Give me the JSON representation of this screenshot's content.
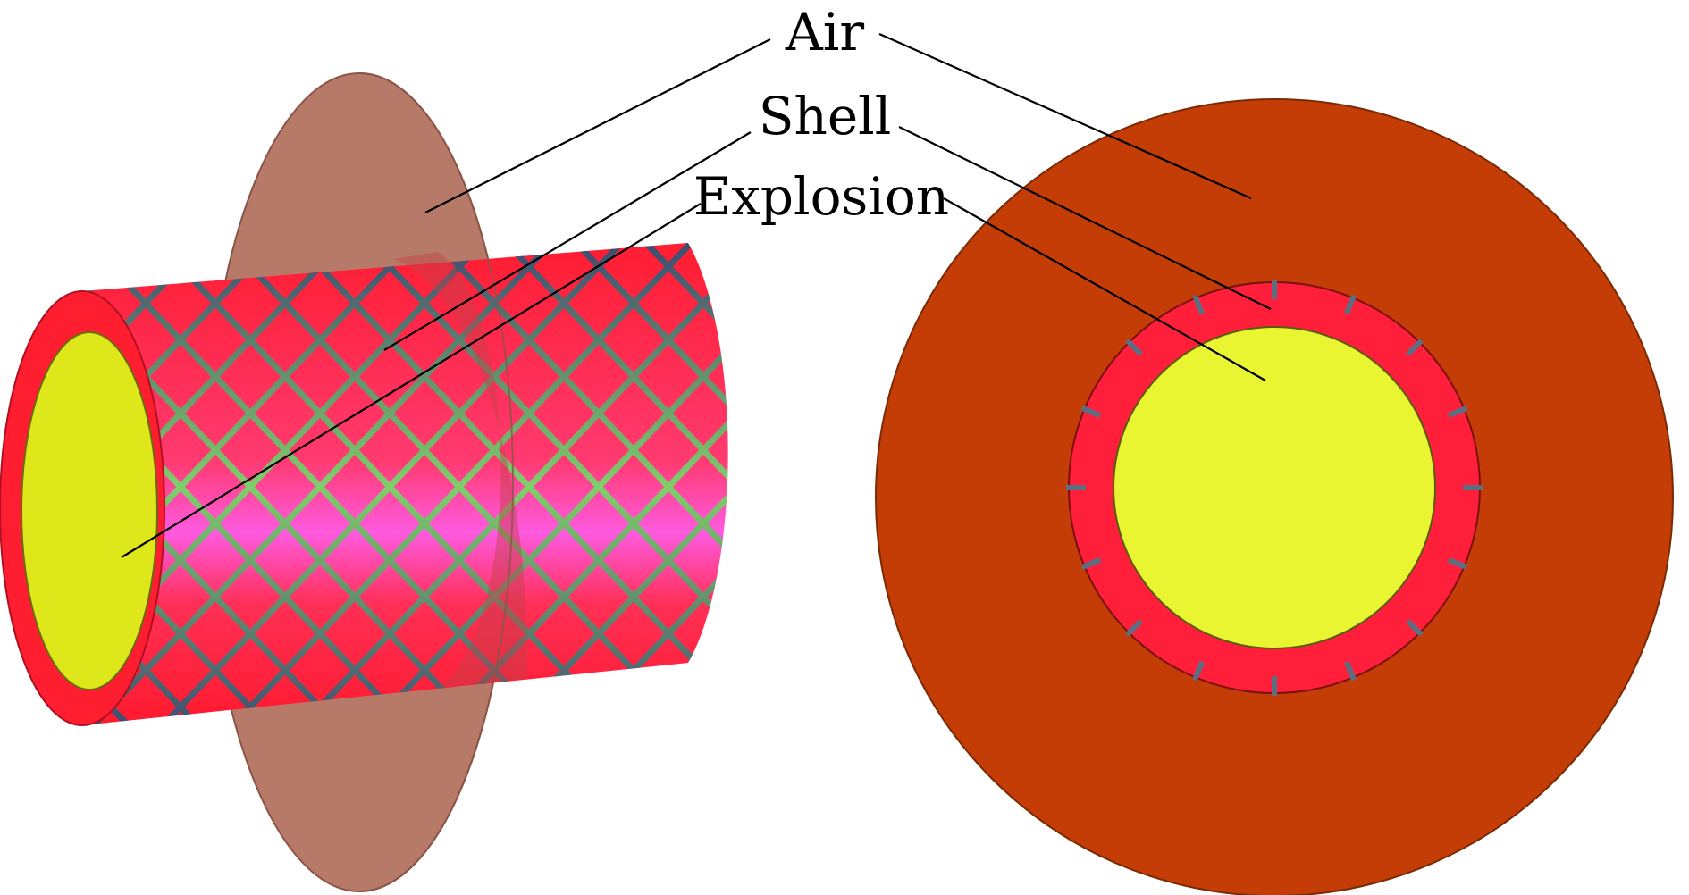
{
  "labels": {
    "air": "Air",
    "shell": "Shell",
    "explosion": "Explosion"
  },
  "colors": {
    "air": "#c43d06",
    "air_disc_transparent": "#b87a68",
    "shell": "#ff1f3a",
    "shell_highlight": "#ff5ae0",
    "explosion": "#e8f530",
    "grid_line": "#3b3f72",
    "grid_line_bright": "#7fcf6a",
    "slot": "#5c6e82"
  },
  "notch_count": 16
}
